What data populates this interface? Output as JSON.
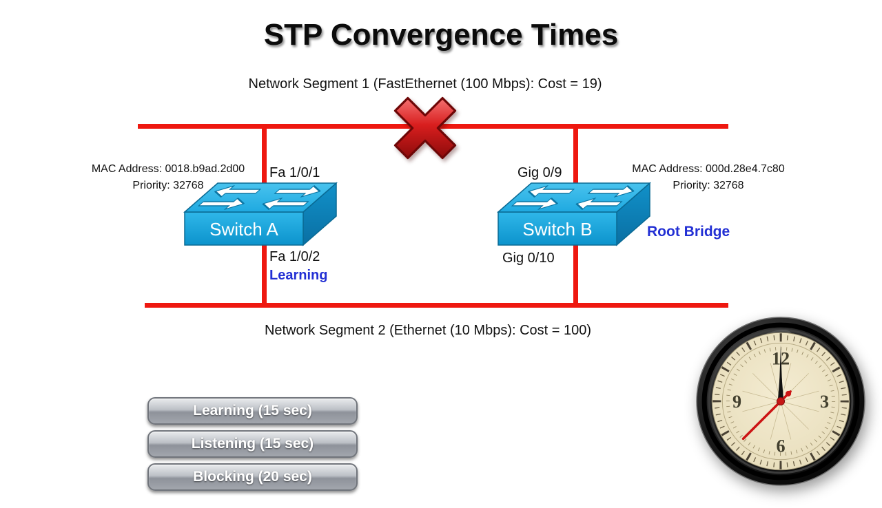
{
  "title": "STP Convergence Times",
  "segment1": {
    "label": "Network Segment 1 (FastEthernet (100 Mbps): Cost = 19)"
  },
  "segment2": {
    "label": "Network Segment 2 (Ethernet (10 Mbps): Cost = 100)"
  },
  "switch_a": {
    "name": "Switch A",
    "mac": "MAC Address: 0018.b9ad.2d00",
    "priority": "Priority: 32768",
    "top_port": "Fa 1/0/1",
    "bottom_port": "Fa 1/0/2",
    "bottom_port_state": "Learning"
  },
  "switch_b": {
    "name": "Switch B",
    "mac": "MAC Address: 000d.28e4.7c80",
    "priority": "Priority: 32768",
    "top_port": "Gig 0/9",
    "bottom_port": "Gig 0/10",
    "role": "Root Bridge"
  },
  "timers": [
    {
      "label": "Learning (15 sec)"
    },
    {
      "label": "Listening (15 sec)"
    },
    {
      "label": "Blocking (20 sec)"
    }
  ],
  "clock": {
    "numeral_12": "12",
    "numeral_3": "3",
    "numeral_6": "6",
    "numeral_9": "9"
  },
  "colors": {
    "segment_line_red": "#ee1810",
    "state_text_blue": "#2330d4",
    "switch_cyan": "#1fa9e0",
    "x_mark_red": "#c21515"
  }
}
